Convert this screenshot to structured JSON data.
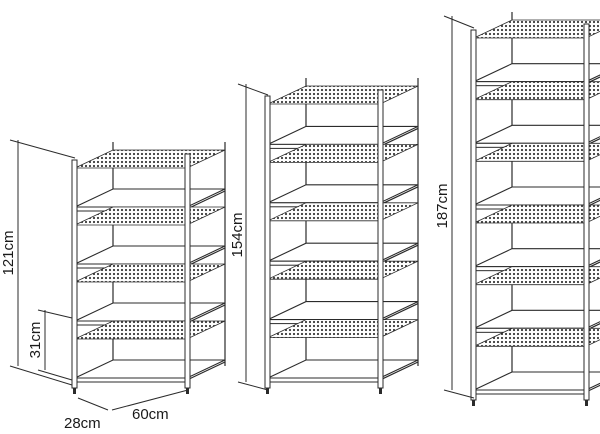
{
  "dimensions": {
    "small_height": "121cm",
    "shelf_gap": "31cm",
    "depth": "28cm",
    "width": "60cm",
    "medium_height": "154cm",
    "large_height": "187cm"
  },
  "shelving_units": [
    {
      "tiers": 4,
      "height_label": "121cm"
    },
    {
      "tiers": 5,
      "height_label": "154cm"
    },
    {
      "tiers": 6,
      "height_label": "187cm"
    }
  ],
  "colors": {
    "line": "#2b2b2b",
    "mesh": "#3a3a3a",
    "background": "#ffffff"
  }
}
